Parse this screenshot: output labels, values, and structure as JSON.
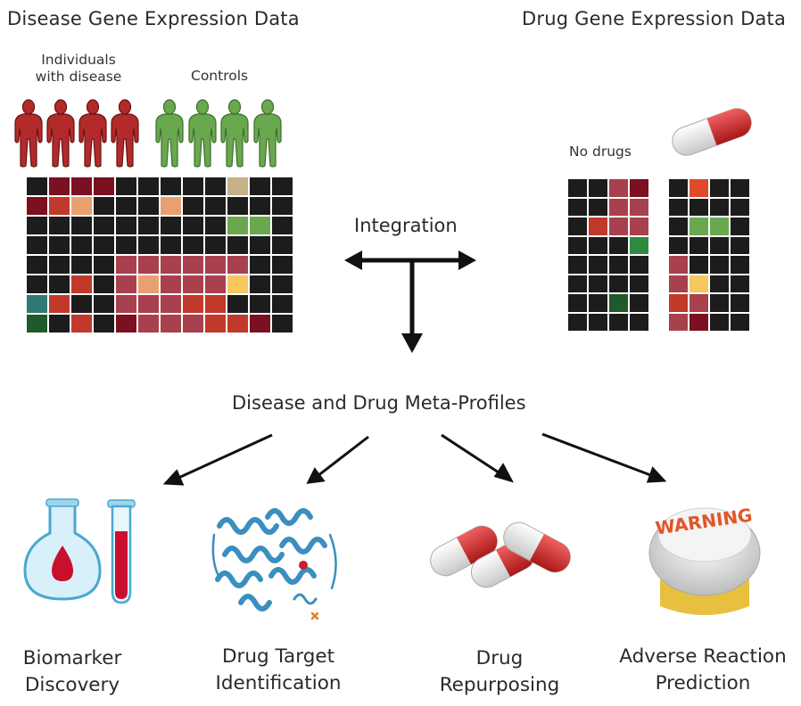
{
  "titles": {
    "disease": "Disease Gene Expression Data",
    "drug": "Drug Gene Expression Data"
  },
  "groups": {
    "disease": "Individuals with disease",
    "disease_line1": "Individuals",
    "disease_line2": "with disease",
    "controls": "Controls",
    "no_drugs": "No drugs"
  },
  "integration": "Integration",
  "meta_profiles": "Disease and Drug Meta-Profiles",
  "outcomes": [
    {
      "line1": "Biomarker",
      "line2": "Discovery",
      "icon": "flask-and-test-tube-icon"
    },
    {
      "line1": "Drug Target",
      "line2": "Identification",
      "icon": "protein-structure-icon"
    },
    {
      "line1": "Drug",
      "line2": "Repurposing",
      "icon": "pills-icon"
    },
    {
      "line1": "Adverse Reaction",
      "line2": "Prediction",
      "icon": "warning-cap-icon"
    }
  ],
  "warning_text": "WARNING",
  "colors": {
    "disease_person": "#b22a2a",
    "control_person": "#6aa84f",
    "cell_dark": "#1c1c1c",
    "cell_red": "#c0392b",
    "cell_darkred": "#7a1020",
    "cell_rose": "#a8404e",
    "cell_orange": "#e8a070",
    "cell_yellow": "#f5c860",
    "cell_green": "#6aa84f",
    "cell_darkgreen": "#1e5a2a",
    "cell_teal": "#2f7a72",
    "cell_tan": "#c6b08a",
    "arrow": "#111111",
    "protein": "#3a8fc0"
  },
  "heatmaps": {
    "disease": [
      [
        "D",
        "R3",
        "R3",
        "R3",
        "D",
        "D",
        "D",
        "D",
        "D",
        "T",
        "D",
        "D"
      ],
      [
        "R3",
        "R",
        "O",
        "D",
        "D",
        "D",
        "O",
        "D",
        "D",
        "D",
        "D",
        "D"
      ],
      [
        "D",
        "D",
        "D",
        "D",
        "D",
        "D",
        "D",
        "D",
        "D",
        "G",
        "G",
        "D"
      ],
      [
        "D",
        "D",
        "D",
        "D",
        "D",
        "D",
        "D",
        "D",
        "D",
        "D",
        "D",
        "D"
      ],
      [
        "D",
        "D",
        "D",
        "D",
        "R2",
        "R2",
        "R2",
        "R2",
        "R2",
        "R2",
        "D",
        "D"
      ],
      [
        "D",
        "D",
        "R",
        "D",
        "R2",
        "O",
        "R2",
        "R2",
        "R2",
        "Y",
        "D",
        "D"
      ],
      [
        "Tl",
        "R",
        "D",
        "D",
        "R2",
        "R2",
        "R2",
        "R",
        "R",
        "D",
        "D",
        "D"
      ],
      [
        "DG",
        "D",
        "R",
        "D",
        "R3",
        "R2",
        "R2",
        "R2",
        "R",
        "R",
        "R3",
        "D"
      ]
    ],
    "no_drugs": [
      [
        "D",
        "D",
        "R2",
        "R3"
      ],
      [
        "D",
        "D",
        "R2",
        "R2"
      ],
      [
        "D",
        "R",
        "R2",
        "R2"
      ],
      [
        "D",
        "D",
        "D",
        "G2"
      ],
      [
        "D",
        "D",
        "D",
        "D"
      ],
      [
        "D",
        "D",
        "D",
        "D"
      ],
      [
        "D",
        "D",
        "DG",
        "D"
      ],
      [
        "D",
        "D",
        "D",
        "D"
      ]
    ],
    "with_drug": [
      [
        "D",
        "R4",
        "D",
        "D"
      ],
      [
        "D",
        "D",
        "D",
        "D"
      ],
      [
        "D",
        "G",
        "G",
        "D"
      ],
      [
        "D",
        "D",
        "D",
        "D"
      ],
      [
        "R2",
        "D",
        "D",
        "D"
      ],
      [
        "R2",
        "Y",
        "D",
        "D"
      ],
      [
        "R",
        "R2",
        "D",
        "D"
      ],
      [
        "R2",
        "R3",
        "D",
        "D"
      ]
    ]
  }
}
